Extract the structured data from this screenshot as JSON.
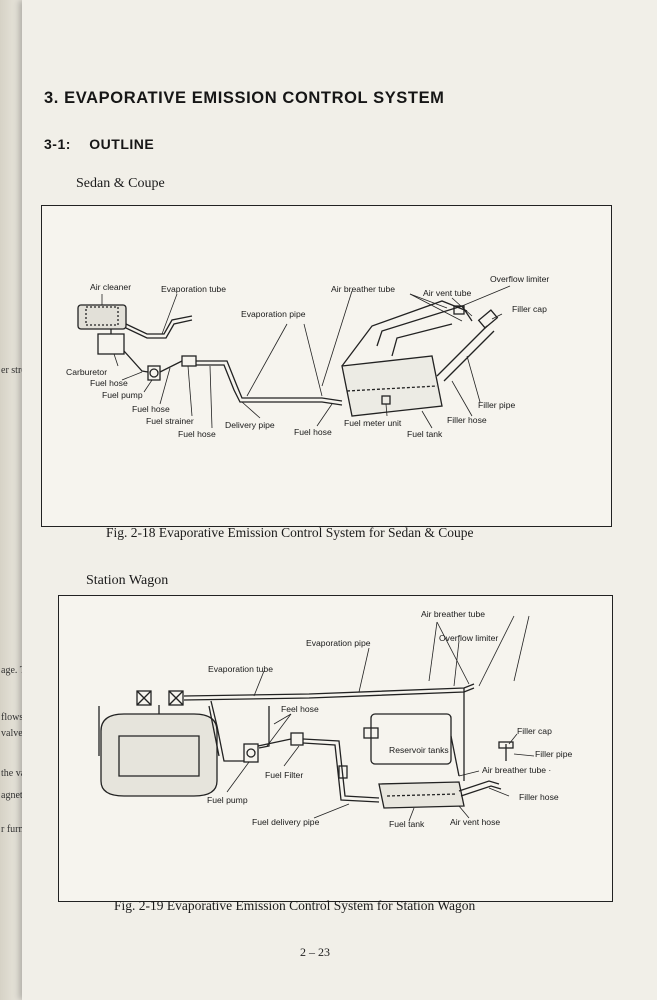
{
  "section": {
    "number": "3.",
    "title": "EVAPORATIVE EMISSION CONTROL SYSTEM"
  },
  "subsection": {
    "number": "3-1:",
    "title": "OUTLINE"
  },
  "fig1": {
    "heading": "Sedan & Coupe",
    "caption": "Fig. 2-18  Evaporative Emission Control System for Sedan & Coupe",
    "labels": {
      "air_cleaner": "Air cleaner",
      "evaporation_tube": "Evaporation tube",
      "air_breather_tube": "Air breather tube",
      "air_vent_tube": "Air vent tube",
      "overflow_limiter": "Overflow limiter",
      "evaporation_pipe": "Evaporation pipe",
      "filler_cap": "Filler cap",
      "carburetor": "Carburetor",
      "fuel_hose_1": "Fuel hose",
      "fuel_pump": "Fuel pump",
      "fuel_hose_2": "Fuel hose",
      "fuel_strainer": "Fuel strainer",
      "fuel_hose_3": "Fuel hose",
      "delivery_pipe": "Delivery pipe",
      "fuel_hose_4": "Fuel hose",
      "fuel_meter_unit": "Fuel meter unit",
      "fuel_tank": "Fuel tank",
      "filler_hose": "Filler hose",
      "filler_pipe": "Filler pipe"
    }
  },
  "fig2": {
    "heading": "Station Wagon",
    "caption": "Fig. 2-19  Evaporative Emission Control System for Station Wagon",
    "labels": {
      "air_breather_tube": "Air breather tube",
      "evaporation_pipe": "Evaporation pipe",
      "overflow_limiter": "Overflow limiter",
      "evaporation_tube": "Evaporation tube",
      "feel_hose": "Feel hose",
      "filler_cap": "Filler cap",
      "reservoir_tanks": "Reservoir tanks",
      "filler_pipe": "Filler pipe",
      "fuel_filter": "Fuel Filter",
      "air_breather_tube_2": "Air breather tube ·",
      "fuel_pump": "Fuel pump",
      "filler_hose": "Filler hose",
      "fuel_delivery_pipe": "Fuel delivery pipe",
      "fuel_tank": "Fuel tank",
      "air_vent_hose": "Air vent hose"
    }
  },
  "page_number": "2 – 23",
  "margin_fragments": [
    "er stro",
    "age. Th",
    "flows t",
    "valve b",
    "the valv",
    "agneti",
    "r furnis"
  ]
}
